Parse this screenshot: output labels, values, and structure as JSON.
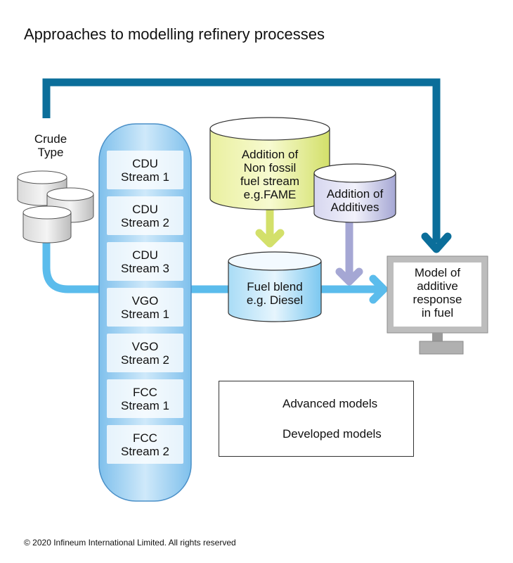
{
  "title": "Approaches to modelling refinery processes",
  "crude": {
    "line1": "Crude",
    "line2": "Type"
  },
  "streams": [
    {
      "line1": "CDU",
      "line2": "Stream 1"
    },
    {
      "line1": "CDU",
      "line2": "Stream 2"
    },
    {
      "line1": "CDU",
      "line2": "Stream 3"
    },
    {
      "line1": "VGO",
      "line2": "Stream 1"
    },
    {
      "line1": "VGO",
      "line2": "Stream 2"
    },
    {
      "line1": "FCC",
      "line2": "Stream 1"
    },
    {
      "line1": "FCC",
      "line2": "Stream 2"
    }
  ],
  "nonfossil": {
    "line1": "Addition of",
    "line2": "Non fossil",
    "line3": "fuel stream",
    "line4": "e.g.FAME"
  },
  "additives": {
    "line1": "Addition of",
    "line2": "Additives"
  },
  "blend": {
    "line1": "Fuel blend",
    "line2": "e.g. Diesel"
  },
  "model": {
    "line1": "Model of",
    "line2": "additive",
    "line3": "response",
    "line4": "in fuel"
  },
  "legend": {
    "advanced": "Advanced models",
    "developed": "Developed models"
  },
  "colors": {
    "advanced": "#0b6e9a",
    "developed": "#5bbcec",
    "fame": "#d3e06a",
    "additives": "#a5a7d4",
    "blend": "#8cd1f4"
  },
  "footer": "© 2020 Infineum International Limited. All rights reserved"
}
